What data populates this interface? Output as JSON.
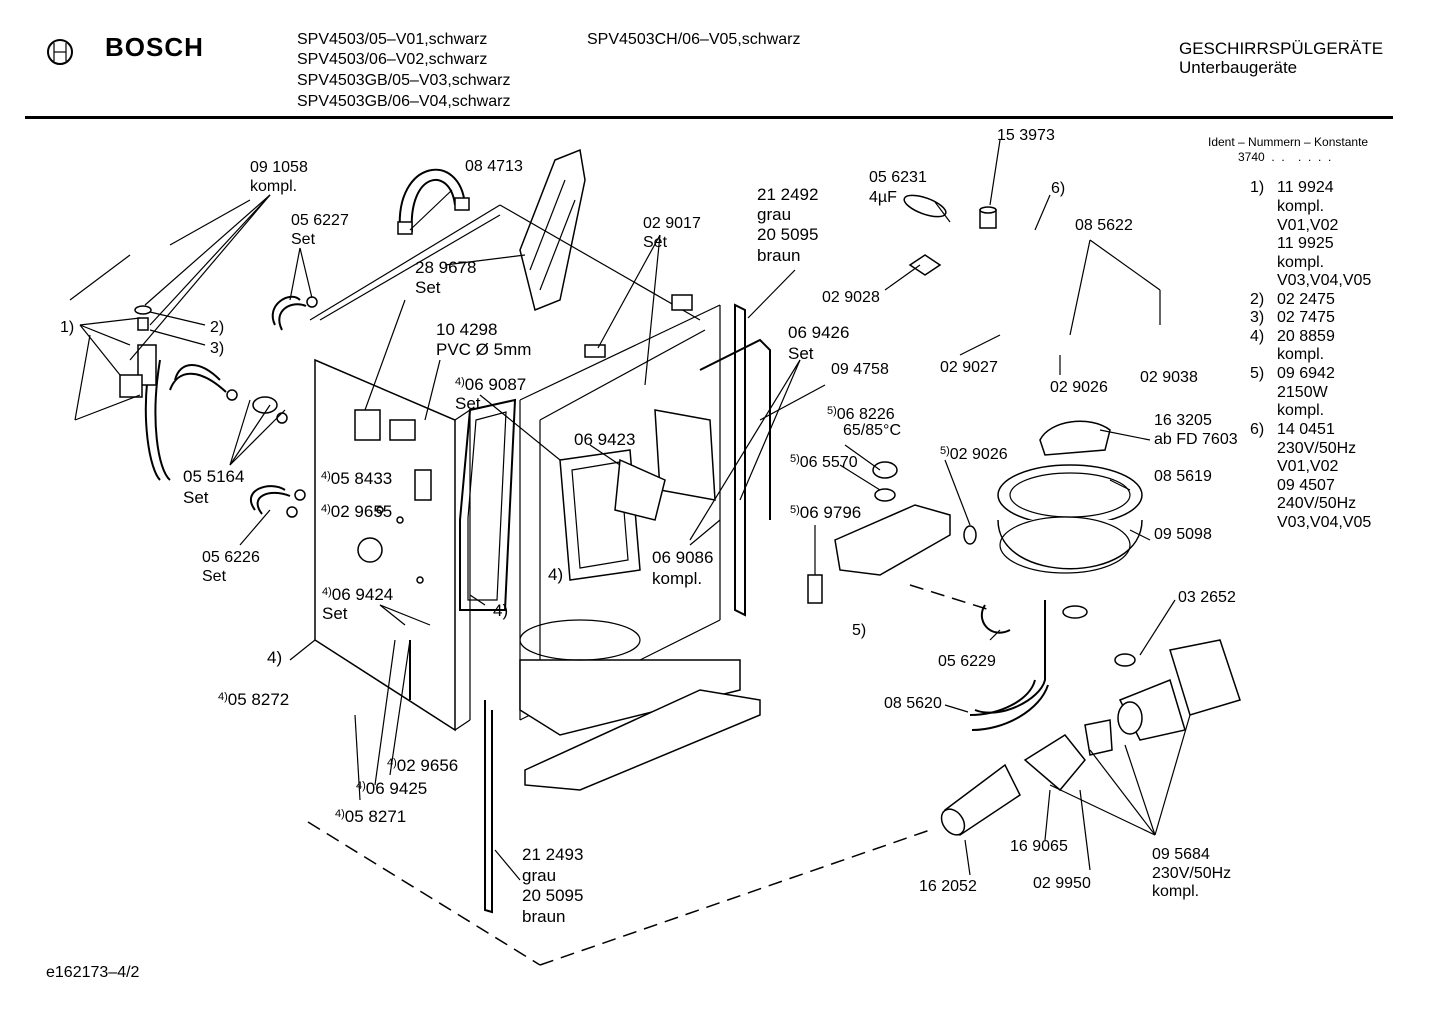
{
  "header": {
    "brand": "BOSCH",
    "models_col1": [
      "SPV4503/05–V01,schwarz",
      "SPV4503/06–V02,schwarz",
      "SPV4503GB/05–V03,schwarz",
      "SPV4503GB/06–V04,schwarz"
    ],
    "models_col2": [
      "SPV4503CH/06–V05,schwarz"
    ],
    "category": "GESCHIRRSPÜLGERÄTE",
    "subcategory": "Unterbaugeräte"
  },
  "ident": {
    "title": "Ident – Nummern – Konstante",
    "constant": "3740  .  .    .  .  .  .",
    "entries": [
      {
        "num": "1)",
        "lines": [
          "11 9924",
          "kompl.",
          "V01,V02",
          "11 9925",
          "kompl.",
          "V03,V04,V05"
        ]
      },
      {
        "num": "2)",
        "lines": [
          "02 2475"
        ]
      },
      {
        "num": "3)",
        "lines": [
          "02 7475"
        ]
      },
      {
        "num": "4)",
        "lines": [
          "20 8859",
          "kompl."
        ]
      },
      {
        "num": "5)",
        "lines": [
          "09 6942",
          "2150W",
          "kompl."
        ]
      },
      {
        "num": "6)",
        "lines": [
          "14 0451",
          "230V/50Hz",
          "V01,V02",
          "09 4507",
          "240V/50Hz",
          "V03,V04,V05"
        ]
      }
    ]
  },
  "labels": {
    "p091058": "09 1058",
    "p091058b": "kompl.",
    "p084713": "08 4713",
    "p056227": "05 6227",
    "p056227b": "Set",
    "p289678": "28 9678",
    "p289678b": "Set",
    "p104298": "10 4298",
    "p104298b": "PVC Ø 5mm",
    "p212492": "21 2492",
    "p212492b": "grau",
    "p212492c": "20 5095",
    "p212492d": "braun",
    "p029017": "02 9017",
    "p029017b": "Set",
    "p056231": "05 6231",
    "p056231b": "4µF",
    "p153973": "15 3973",
    "ref6": "6)",
    "p085622": "08 5622",
    "p029028": "02 9028",
    "p029027": "02 9027",
    "p029026a": "02 9026",
    "p029038": "02 9038",
    "ref1": "1)",
    "ref2": "2)",
    "ref3": "3)",
    "p069426": "06 9426",
    "p069426b": "Set",
    "p094758": "09 4758",
    "sup5a": "5)",
    "p068226": "06 8226",
    "p068226b": "65/85°C",
    "sup5b": "5)",
    "p065570": "06 5570",
    "sup5c": "5)",
    "p069796": "06 9796",
    "sup4a": "4)",
    "p069087": "06 9087",
    "p069087b": "Set",
    "p069423": "06 9423",
    "p163205": "16 3205",
    "p163205b": "ab FD 7603",
    "sup5d": "5)",
    "p029026b": "02 9026",
    "p085619": "08 5619",
    "p095098": "09 5098",
    "p055164": "05 5164",
    "p055164b": "Set",
    "sup4b": "4)",
    "p058433": "05 8433",
    "sup4c": "4)",
    "p029655": "02 9655",
    "p056226": "05 6226",
    "p056226b": "Set",
    "ref4a": "4)",
    "ref4b": "4)",
    "p069086": "06 9086",
    "p069086b": "kompl.",
    "sup4d": "4)",
    "p069424": "06 9424",
    "p069424b": "Set",
    "ref4c": "4)",
    "ref5": "5)",
    "p032652": "03 2652",
    "p056229": "05 6229",
    "sup4e": "4)",
    "p058272": "05 8272",
    "p085620": "08 5620",
    "sup4f": "4)",
    "p029656": "02 9656",
    "sup4g": "4)",
    "p069425": "06 9425",
    "sup4h": "4)",
    "p058271": "05 8271",
    "p169065": "16 9065",
    "p095684": "09 5684",
    "p095684b": "230V/50Hz",
    "p095684c": "kompl.",
    "p212493": "21 2493",
    "p212493b": "grau",
    "p212493c": "20 5095",
    "p212493d": "braun",
    "p162052": "16 2052",
    "p029950": "02 9950"
  },
  "footer": {
    "drawing_id": "e162173–4/2"
  }
}
